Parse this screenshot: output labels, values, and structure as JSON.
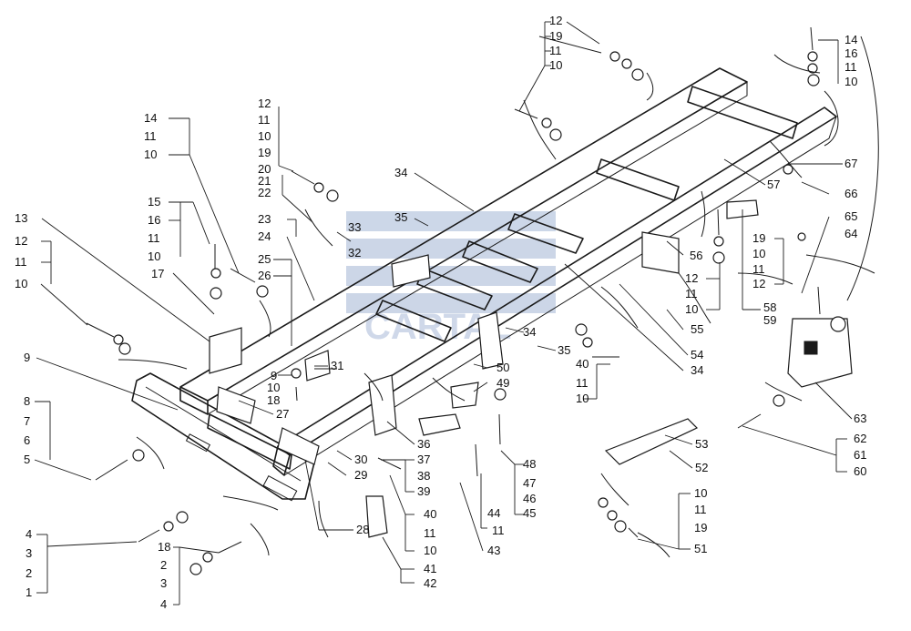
{
  "colors": {
    "line": "#1a1a1a",
    "background": "#ffffff",
    "watermark": "#2f55a0"
  },
  "watermark_text": "CARTAL",
  "callouts": {
    "c12a": "12",
    "c19a": "19",
    "c11a": "11",
    "c10a": "10",
    "c14a": "14",
    "c16a": "16",
    "c11b": "11",
    "c10b": "10",
    "c12b": "12",
    "c11c": "11",
    "c10c": "10",
    "c19b": "19",
    "c20": "20",
    "c21": "21",
    "c22": "22",
    "c14b": "14",
    "c11d": "11",
    "c10d": "10",
    "c34a": "34",
    "c35a": "35",
    "c33": "33",
    "c67": "67",
    "c57": "57",
    "c66": "66",
    "c65": "65",
    "c64": "64",
    "c13": "13",
    "c15": "15",
    "c16b": "16",
    "c11e": "11",
    "c10e": "10",
    "c12c": "12",
    "c11f": "11",
    "c10f": "10",
    "c23": "23",
    "c24": "24",
    "c32": "32",
    "c17": "17",
    "c25": "25",
    "c26": "26",
    "c56": "56",
    "c12d": "12",
    "c11g": "11",
    "c10g": "10",
    "c58": "58",
    "c59": "59",
    "c19c": "19",
    "c10h": "10",
    "c11h": "11",
    "c12e": "12",
    "c55": "55",
    "c34b": "34",
    "c54": "54",
    "c34c": "34",
    "c35b": "35",
    "c9": "9",
    "c31": "31",
    "c9b": "9",
    "c10i": "10",
    "c18a": "18",
    "c40a": "40",
    "c11i": "11",
    "c10j": "10",
    "c50": "50",
    "c49": "49",
    "c8": "8",
    "c7": "7",
    "c6": "6",
    "c5": "5",
    "c27": "27",
    "c63": "63",
    "c62": "62",
    "c61": "61",
    "c60": "60",
    "c53": "53",
    "c52": "52",
    "c36": "36",
    "c30": "30",
    "c29": "29",
    "c37": "37",
    "c38": "38",
    "c39": "39",
    "c48": "48",
    "c47": "47",
    "c46": "46",
    "c45": "45",
    "c44": "44",
    "c11j": "11",
    "c10k": "10",
    "c11k": "11",
    "c19d": "19",
    "c51": "51",
    "c28": "28",
    "c40b": "40",
    "c11l": "11",
    "c10l": "10",
    "c43": "43",
    "c41": "41",
    "c42": "42",
    "c4a": "4",
    "c3a": "3",
    "c2a": "2",
    "c1": "1",
    "c18b": "18",
    "c2b": "2",
    "c3b": "3",
    "c4b": "4"
  }
}
